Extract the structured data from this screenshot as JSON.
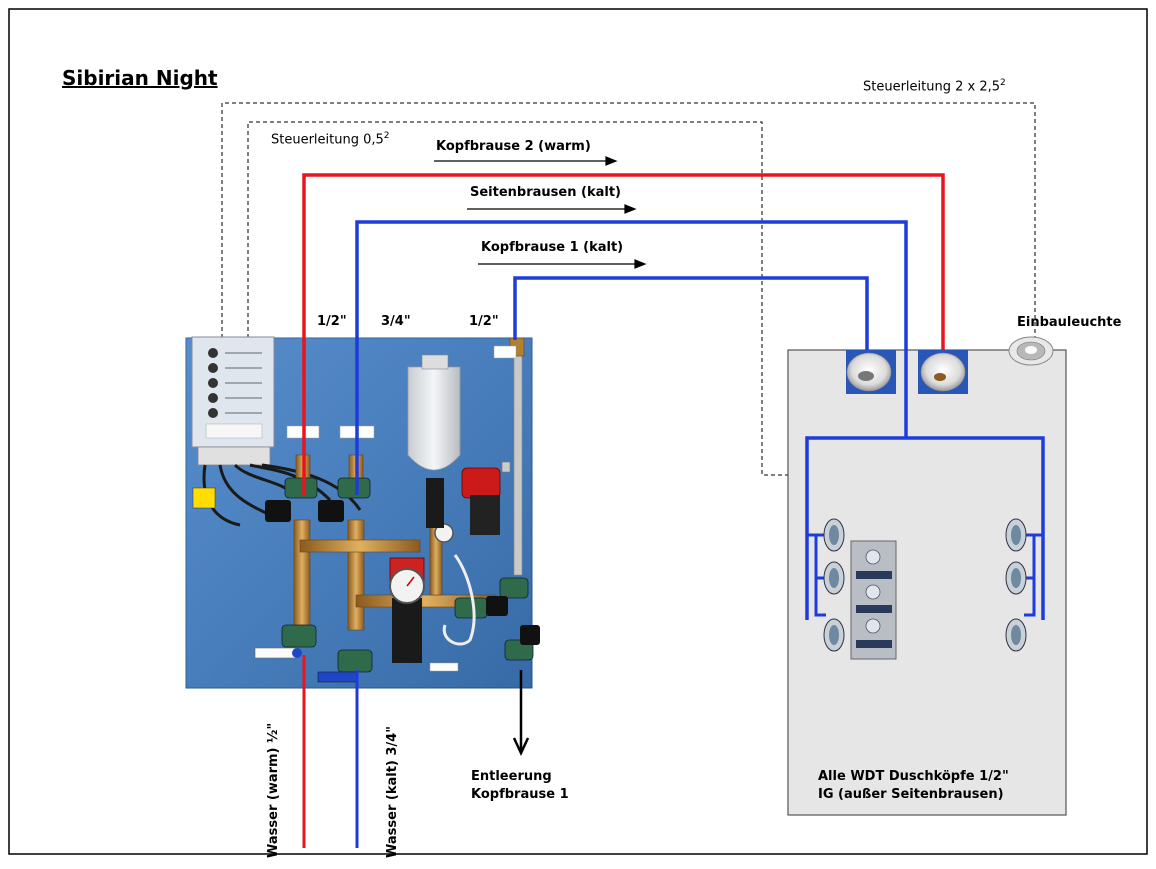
{
  "title": "Sibirian Night",
  "labels": {
    "steuer_25": "Steuerleitung 2 x 2,5",
    "steuer_25_sup": "2",
    "steuer_05": "Steuerleitung 0,5",
    "steuer_05_sup": "2",
    "kopf2": "Kopfbrause 2 (warm)",
    "seiten": "Seitenbrausen (kalt)",
    "kopf1": "Kopfbrause 1 (kalt)",
    "size_half_1": "1/2\"",
    "size_34": "3/4\"",
    "size_half_2": "1/2\"",
    "einbauleuchte": "Einbauleuchte",
    "wasser_warm": "Wasser (warm) ½\"",
    "wasser_kalt": "Wasser (kalt) 3/4\"",
    "entleerung_1": "Entleerung",
    "entleerung_2": "Kopfbrause 1",
    "alle_1": "Alle WDT Duschköpfe  1/2\"",
    "alle_2": "IG (außer Seitenbrausen)"
  },
  "colors": {
    "warm": "#e8141e",
    "cold": "#1f3bd9",
    "panel": "#3f7dc4",
    "cabin": "#e6e6e6"
  },
  "icons": [
    "control-box-icon",
    "solenoid-valve-icon",
    "dosing-tank-icon",
    "dosing-pump-icon",
    "pressure-gauge-icon",
    "shower-head-icon",
    "recessed-light-icon",
    "side-shower-nozzle-icon",
    "control-panel-icon"
  ]
}
